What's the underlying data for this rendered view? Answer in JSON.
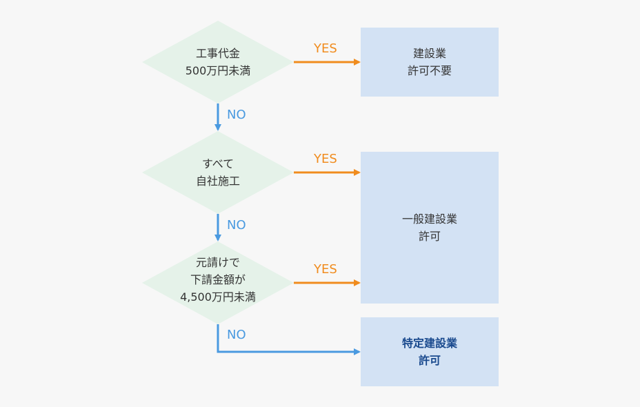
{
  "colors": {
    "diamond_fill": "#e5f2e9",
    "box_fill": "#d3e2f4",
    "yes_arrow": "#f08c1e",
    "no_arrow": "#4a9ae0",
    "highlight_text": "#1a4a8e"
  },
  "decisions": [
    {
      "lines": [
        "工事代金",
        "500万円未満"
      ]
    },
    {
      "lines": [
        "すべて",
        "自社施工"
      ]
    },
    {
      "lines": [
        "元請けで",
        "下請金額が",
        "4,500万円未満"
      ]
    }
  ],
  "outcomes": [
    {
      "lines": [
        "建設業",
        "許可不要"
      ]
    },
    {
      "lines": [
        "一般建設業",
        "許可"
      ]
    },
    {
      "lines": [
        "特定建設業",
        "許可"
      ]
    }
  ],
  "labels": {
    "yes": "YES",
    "no": "NO"
  }
}
